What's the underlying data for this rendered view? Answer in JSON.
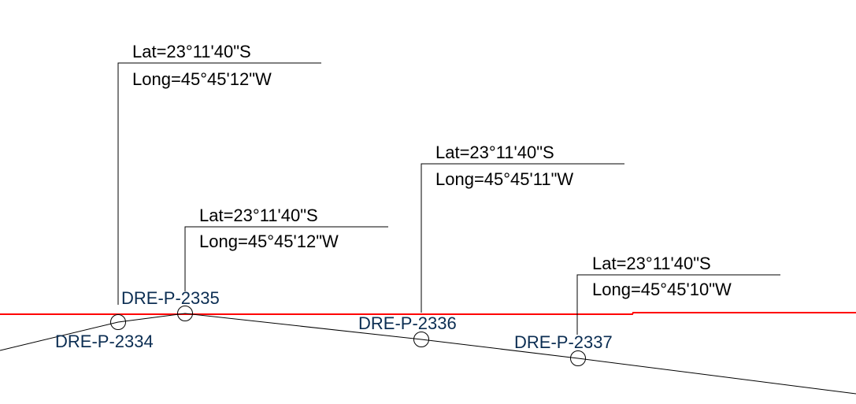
{
  "colors": {
    "reference_line": "#ff0000",
    "point_label": "#0b2d52",
    "linework": "#000000"
  },
  "points": [
    {
      "id": "DRE-P-2334"
    },
    {
      "id": "DRE-P-2335"
    },
    {
      "id": "DRE-P-2336"
    },
    {
      "id": "DRE-P-2337"
    }
  ],
  "callouts": [
    {
      "lat": "Lat=23°11'40\"S",
      "long": "Long=45°45'12\"W"
    },
    {
      "lat": "Lat=23°11'40\"S",
      "long": "Long=45°45'12\"W"
    },
    {
      "lat": "Lat=23°11'40\"S",
      "long": "Long=45°45'11\"W"
    },
    {
      "lat": "Lat=23°11'40\"S",
      "long": "Long=45°45'10\"W"
    }
  ]
}
